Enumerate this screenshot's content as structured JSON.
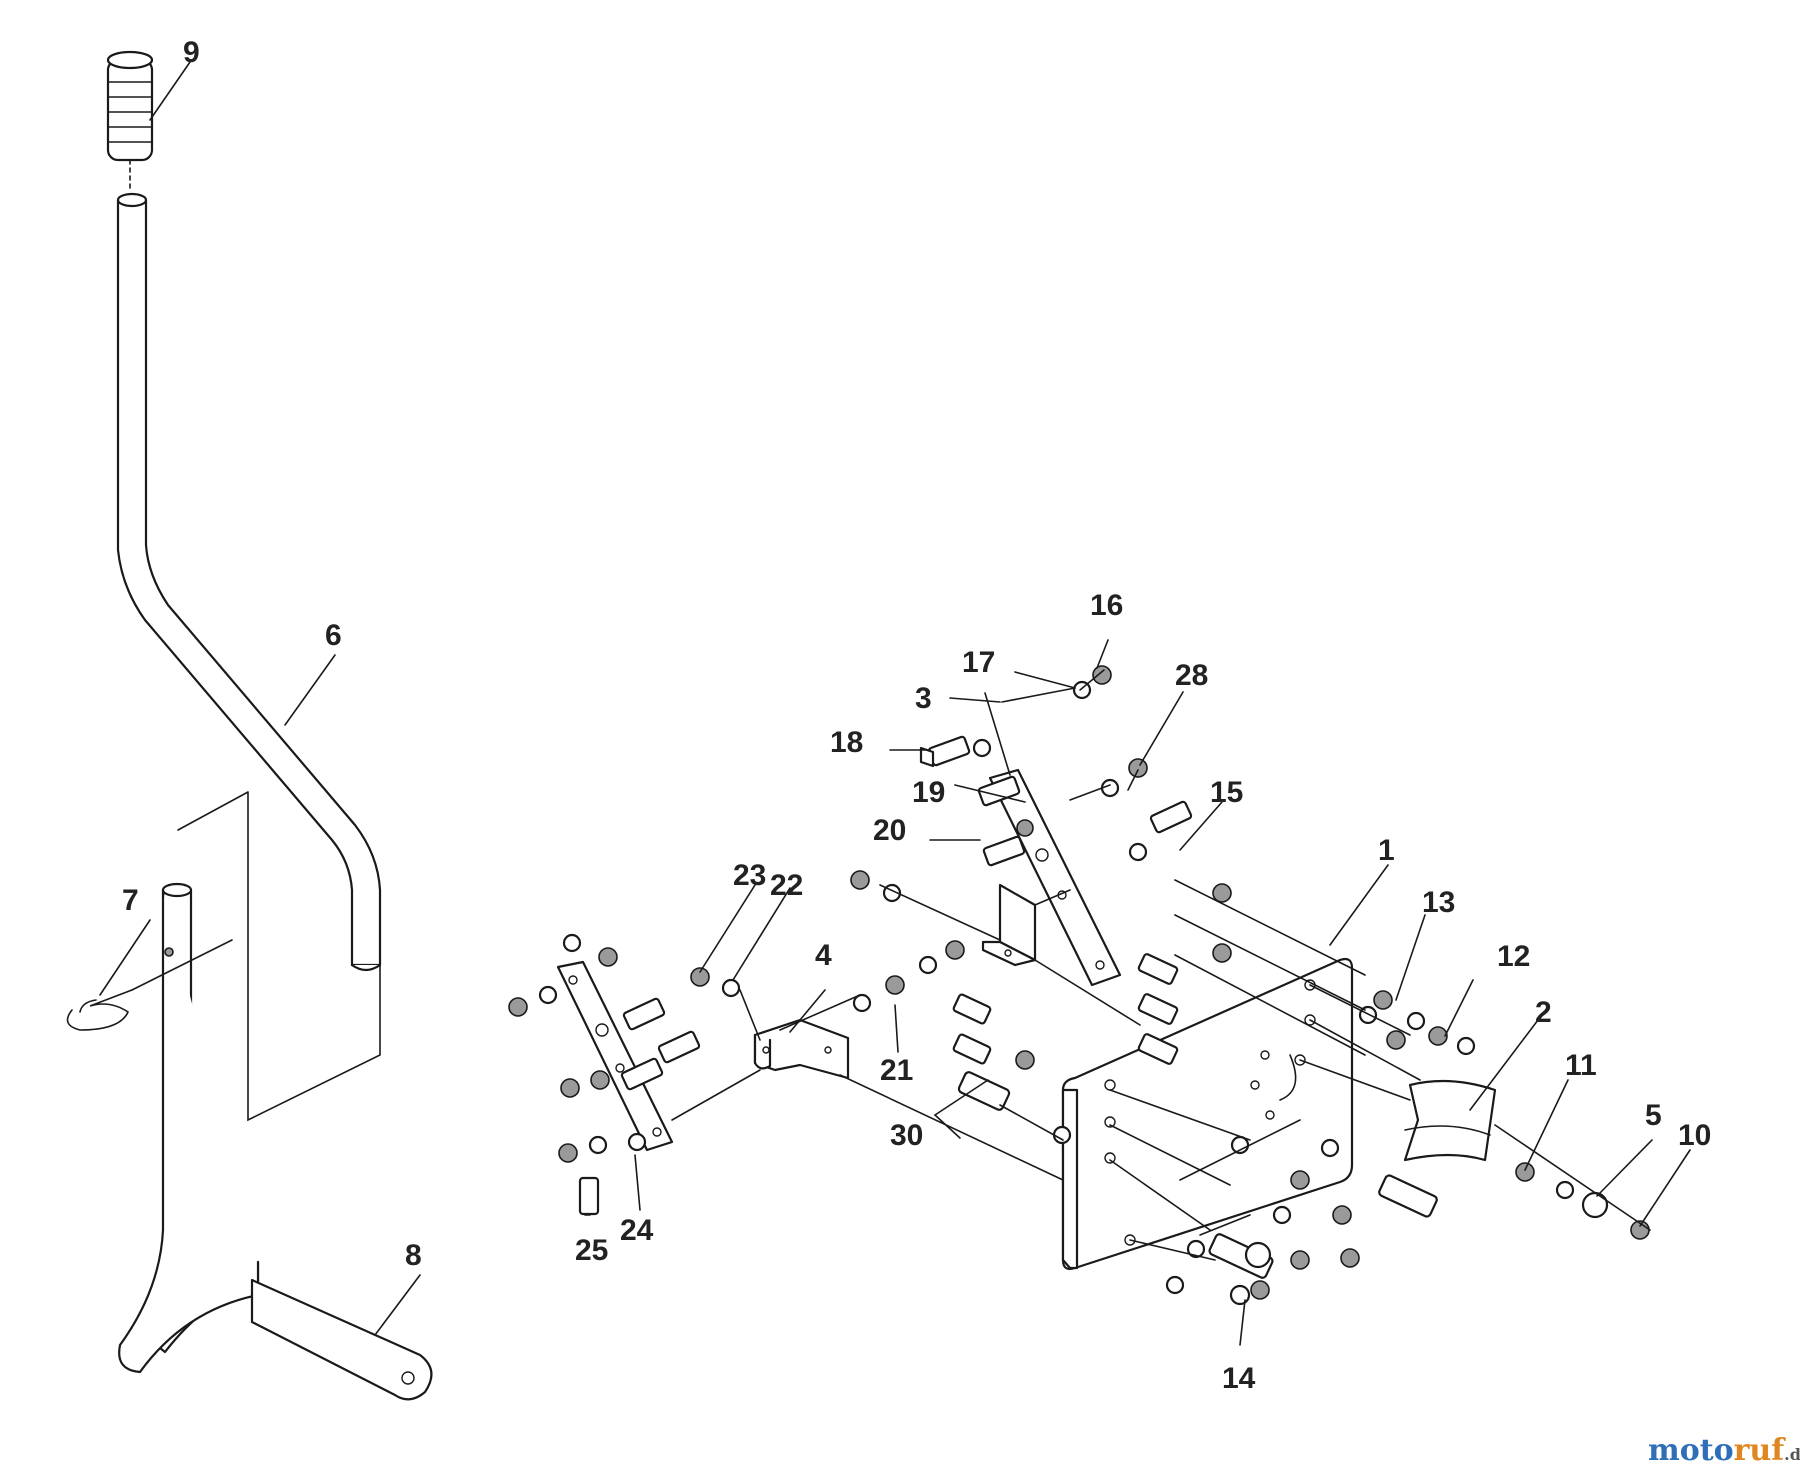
{
  "callouts": {
    "c1": "1",
    "c2": "2",
    "c3": "3",
    "c4": "4",
    "c5": "5",
    "c6": "6",
    "c7": "7",
    "c8": "8",
    "c9": "9",
    "c10": "10",
    "c11": "11",
    "c12": "12",
    "c13": "13",
    "c14": "14",
    "c15": "15",
    "c16": "16",
    "c17": "17",
    "c18": "18",
    "c19": "19",
    "c20": "20",
    "c21": "21",
    "c22": "22",
    "c23": "23",
    "c24": "24",
    "c25": "25",
    "c28": "28",
    "c30": "30"
  },
  "watermark": {
    "prefix": "moto",
    "middle": "ruf",
    "suffix": ".de",
    "colors": {
      "prefix": "#2e6fb7",
      "middle": "#e0861f",
      "suffix": "#555555"
    }
  }
}
